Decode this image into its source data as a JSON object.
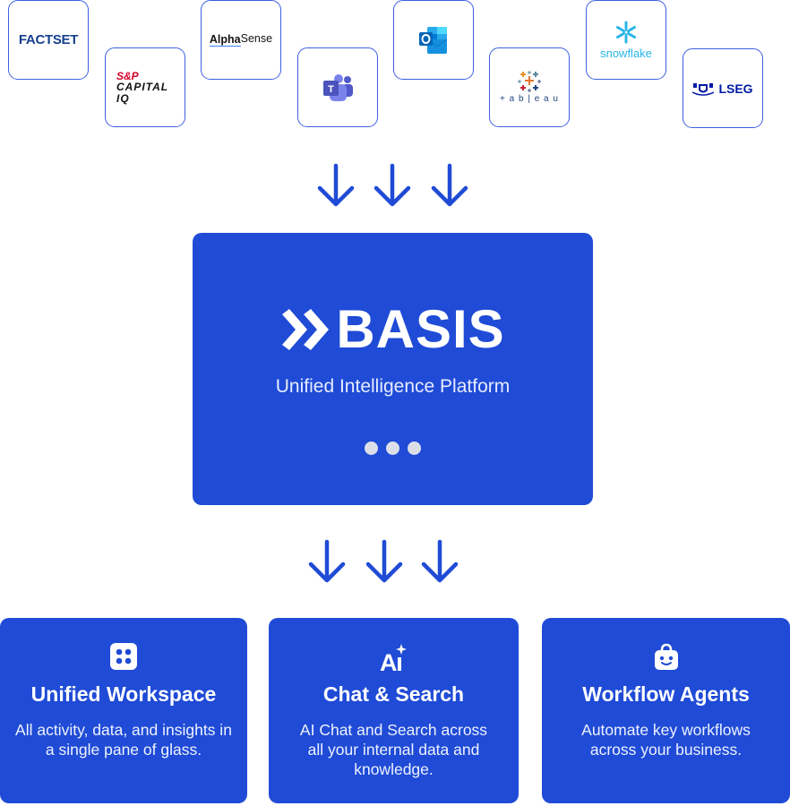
{
  "integrations": [
    {
      "name": "FactSet",
      "label": "FACTSET"
    },
    {
      "name": "S&P Capital IQ",
      "label_top": "S&P",
      "label_bottom": "CAPITAL IQ"
    },
    {
      "name": "AlphaSense",
      "label_bold": "Alpha",
      "label_rest": "Sense"
    },
    {
      "name": "Microsoft Teams",
      "icon": "teams-icon"
    },
    {
      "name": "Microsoft Outlook",
      "icon": "outlook-icon"
    },
    {
      "name": "Tableau",
      "label": "+ a b | e a u"
    },
    {
      "name": "Snowflake",
      "label": "snowflake"
    },
    {
      "name": "LSEG",
      "label": "LSEG"
    }
  ],
  "platform": {
    "brand": "BASIS",
    "tagline": "Unified Intelligence Platform",
    "brand_color": "#1f4bd6"
  },
  "features": [
    {
      "icon": "grid-dots-icon",
      "title": "Unified Workspace",
      "description": "All activity, data, and insights in a single pane of glass."
    },
    {
      "icon": "ai-sparkle-icon",
      "title": "Chat & Search",
      "description": "AI Chat and Search across all your internal data and knowledge."
    },
    {
      "icon": "robot-agent-icon",
      "title": "Workflow Agents",
      "description": "Automate key workflows across your business."
    }
  ]
}
